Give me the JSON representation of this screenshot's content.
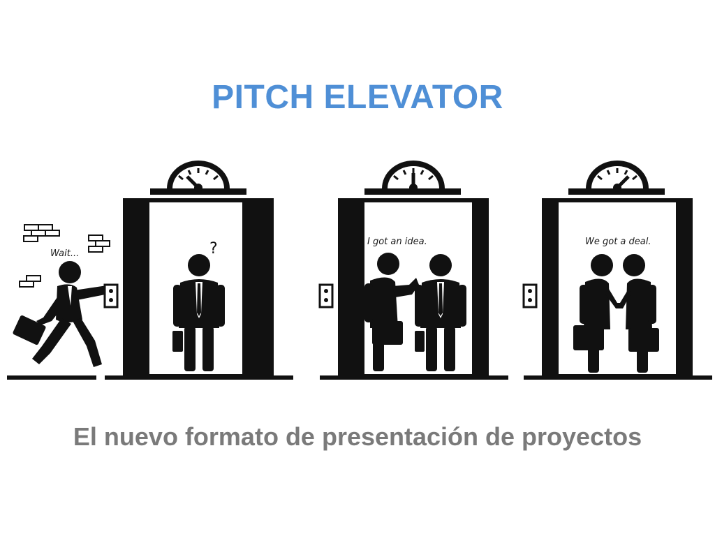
{
  "title": "PITCH ELEVATOR",
  "subtitle": "El nuevo formato de presentación de proyectos",
  "colors": {
    "title": "#4f8fd6",
    "subtitle": "#7a7a7a",
    "ink": "#111111"
  },
  "scenes": [
    {
      "caption": "Wait...",
      "question": "?"
    },
    {
      "caption": "I got an idea."
    },
    {
      "caption": "We got a deal."
    }
  ]
}
